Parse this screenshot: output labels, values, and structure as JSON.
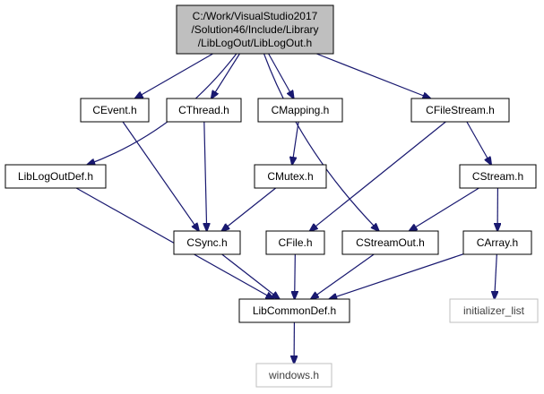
{
  "colors": {
    "edge": "#191970",
    "root_fill": "#bfbfbf",
    "node_fill": "#ffffff",
    "node_border": "#000000",
    "external_border": "#bfbfbf",
    "node_text": "#000000",
    "external_text": "#404040"
  },
  "nodes": {
    "root": {
      "lines": [
        "C:/Work/VisualStudio2017",
        "/Solution46/Include/Library",
        "/LibLogOut/LibLogOut.h"
      ],
      "kind": "root"
    },
    "cevent": {
      "lines": [
        "CEvent.h"
      ],
      "kind": "normal"
    },
    "cthread": {
      "lines": [
        "CThread.h"
      ],
      "kind": "normal"
    },
    "cmapping": {
      "lines": [
        "CMapping.h"
      ],
      "kind": "normal"
    },
    "cfilestream": {
      "lines": [
        "CFileStream.h"
      ],
      "kind": "normal"
    },
    "liblogoutdef": {
      "lines": [
        "LibLogOutDef.h"
      ],
      "kind": "normal"
    },
    "cmutex": {
      "lines": [
        "CMutex.h"
      ],
      "kind": "normal"
    },
    "cstream": {
      "lines": [
        "CStream.h"
      ],
      "kind": "normal"
    },
    "csync": {
      "lines": [
        "CSync.h"
      ],
      "kind": "normal"
    },
    "cfile": {
      "lines": [
        "CFile.h"
      ],
      "kind": "normal"
    },
    "cstreamout": {
      "lines": [
        "CStreamOut.h"
      ],
      "kind": "normal"
    },
    "carray": {
      "lines": [
        "CArray.h"
      ],
      "kind": "normal"
    },
    "libcommondef": {
      "lines": [
        "LibCommonDef.h"
      ],
      "kind": "normal"
    },
    "initializer_list": {
      "lines": [
        "initializer_list"
      ],
      "kind": "external"
    },
    "windows": {
      "lines": [
        "windows.h"
      ],
      "kind": "external"
    }
  },
  "edges": [
    [
      "root",
      "liblogoutdef"
    ],
    [
      "root",
      "cevent"
    ],
    [
      "root",
      "cthread"
    ],
    [
      "root",
      "cmapping"
    ],
    [
      "root",
      "cstreamout"
    ],
    [
      "root",
      "cfilestream"
    ],
    [
      "cevent",
      "csync"
    ],
    [
      "cthread",
      "csync"
    ],
    [
      "cmapping",
      "cmutex"
    ],
    [
      "cmutex",
      "csync"
    ],
    [
      "cfilestream",
      "cfile"
    ],
    [
      "cfilestream",
      "cstream"
    ],
    [
      "cstream",
      "cstreamout"
    ],
    [
      "cstream",
      "carray"
    ],
    [
      "liblogoutdef",
      "libcommondef"
    ],
    [
      "csync",
      "libcommondef"
    ],
    [
      "cfile",
      "libcommondef"
    ],
    [
      "cstreamout",
      "libcommondef"
    ],
    [
      "carray",
      "libcommondef"
    ],
    [
      "carray",
      "initializer_list"
    ],
    [
      "libcommondef",
      "windows"
    ]
  ]
}
